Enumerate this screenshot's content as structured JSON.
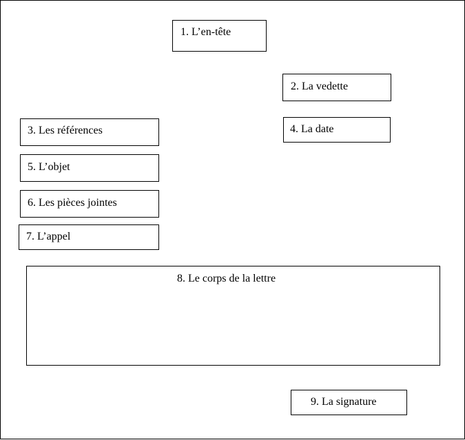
{
  "diagram": {
    "boxes": [
      {
        "id": "header",
        "label": "1. L’en-tête"
      },
      {
        "id": "vedette",
        "label": "2. La vedette"
      },
      {
        "id": "references",
        "label": "3. Les références"
      },
      {
        "id": "date",
        "label": "4. La date"
      },
      {
        "id": "objet",
        "label": "5. L’objet"
      },
      {
        "id": "pieces-jointes",
        "label": "6. Les pièces jointes"
      },
      {
        "id": "appel",
        "label": "7. L’appel"
      },
      {
        "id": "corps",
        "label": "8. Le corps de la lettre"
      },
      {
        "id": "signature",
        "label": "9. La signature"
      }
    ]
  }
}
